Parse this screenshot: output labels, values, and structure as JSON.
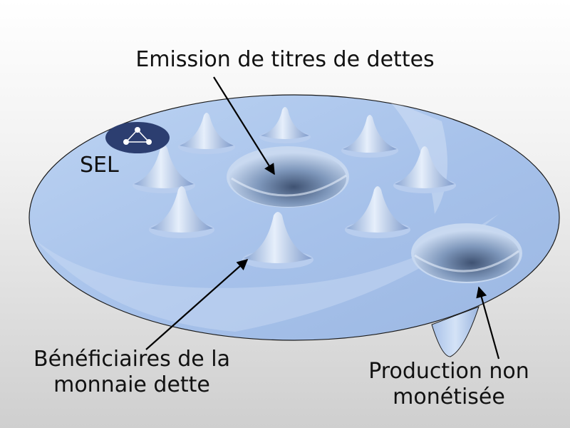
{
  "labels": {
    "emission": "Emission de titres de dettes",
    "sel": "SEL",
    "beneficiaires_line1": "Bénéficiaires de la",
    "beneficiaires_line2": "monnaie dette",
    "production_line1": "Production non",
    "production_line2": "monétisée"
  },
  "icons": {
    "sel_logo": "network-triangle-icon"
  },
  "colors": {
    "surface": "#a9c4ec",
    "surface_highlight": "#c8dcf5",
    "outline": "#1a1a1a",
    "sel_badge": "#2c3e70"
  }
}
